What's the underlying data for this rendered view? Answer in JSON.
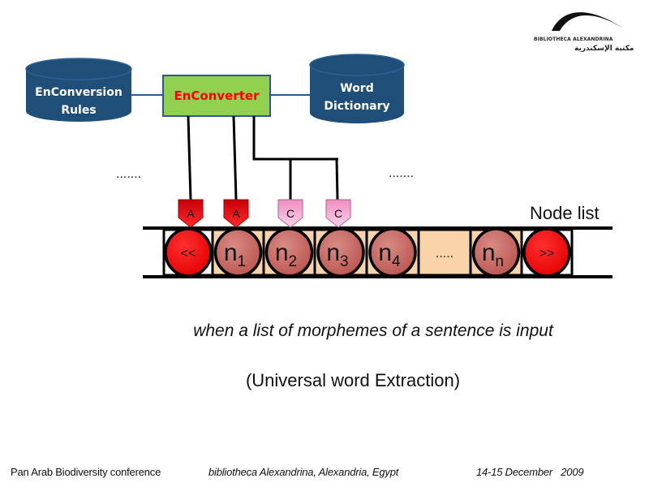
{
  "slide": {
    "logo": {
      "name": "BIBLIOTHECA ALEXANDRINA",
      "arabic": "مكتبة الإسكندرية"
    },
    "diagram": {
      "left_store": {
        "line1": "EnConversion",
        "line2": "Rules"
      },
      "center_box": {
        "label": "EnConverter"
      },
      "right_store": {
        "line1": "Word",
        "line2": "Dictionary"
      },
      "ellipsis_left": ".......",
      "ellipsis_right": ".......",
      "node_list_label": "Node list",
      "heads": [
        {
          "label": "A",
          "type": "analysis"
        },
        {
          "label": "A",
          "type": "analysis"
        },
        {
          "label": "C",
          "type": "condition"
        },
        {
          "label": "C",
          "type": "condition"
        }
      ],
      "nodes": [
        {
          "main": "<<",
          "sub": "",
          "kind": "sentinel"
        },
        {
          "main": "n",
          "sub": "1",
          "kind": "node"
        },
        {
          "main": "n",
          "sub": "2",
          "kind": "node"
        },
        {
          "main": "n",
          "sub": "3",
          "kind": "node"
        },
        {
          "main": "n",
          "sub": "4",
          "kind": "node"
        },
        {
          "main": ".....",
          "sub": "",
          "kind": "gap"
        },
        {
          "main": "n",
          "sub": "n",
          "kind": "node"
        },
        {
          "main": ">>",
          "sub": "",
          "kind": "sentinel"
        }
      ],
      "colors": {
        "store_fill": "#1f4e79",
        "converter_fill": "#92d050",
        "converter_border": "#2f5597",
        "converter_text": "#ff0000",
        "head_a": "#e8000b",
        "head_c": "#f4a7d0",
        "node_fill": "#c8635e",
        "sentinel_fill": "#ee1111",
        "cell_fill": "#fad3a8"
      }
    },
    "captions": {
      "line1": "when a list of morphemes of a sentence is input",
      "line2": "(Universal word Extraction)"
    },
    "footer": {
      "conference": "Pan Arab Biodiversity conference",
      "venue": "bibliotheca Alexandrina, Alexandria, Egypt",
      "date": "14-15 December   2009"
    }
  }
}
